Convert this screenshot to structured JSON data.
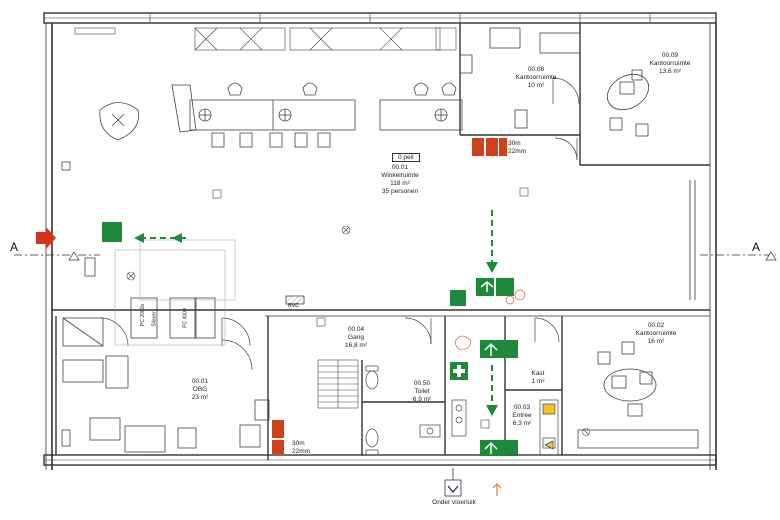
{
  "section_marker": "A",
  "peil_label": "0 peil",
  "rooms": {
    "winkel": {
      "code": "00.01",
      "name": "Winkelruimte",
      "area": "118 m²",
      "extra": "35 personen"
    },
    "obg": {
      "code": "00.01",
      "name": "OBG",
      "area": "23 m²"
    },
    "gang": {
      "code": "00.04",
      "name": "Gang",
      "area": "16,8 m²"
    },
    "toilet": {
      "code": "00.50",
      "name": "Toilet",
      "area": "6,9 m²"
    },
    "kast": {
      "name": "Kast",
      "area": "1 m²"
    },
    "entree": {
      "code": "00.03",
      "name": "Entree",
      "area": "6,3 m²"
    },
    "kantoor02": {
      "code": "00.02",
      "name": "Kantoorruimte",
      "area": "16 m²"
    },
    "kantoor08": {
      "code": "00.08",
      "name": "Kantoorruimte",
      "area": "10 m²"
    },
    "kantoor09": {
      "code": "00.09",
      "name": "Kantoorruimte",
      "area": "13,6 m²"
    }
  },
  "extinguisher_top": {
    "line1": "30m",
    "line2": "22mm"
  },
  "extinguisher_bottom": {
    "line1": "30m",
    "line2": "22mm"
  },
  "equipment": {
    "pc2000": "PC 2000s",
    "pc4000": "PC 4000",
    "silencer": "Silacer",
    "bmc": "BMC"
  },
  "onder_vloerluik": "Onder vloerluik",
  "colors": {
    "wall": "#333333",
    "exit_green": "#1d8a3a",
    "fire_red": "#d0401b",
    "arrow_red": "#d2341a"
  }
}
